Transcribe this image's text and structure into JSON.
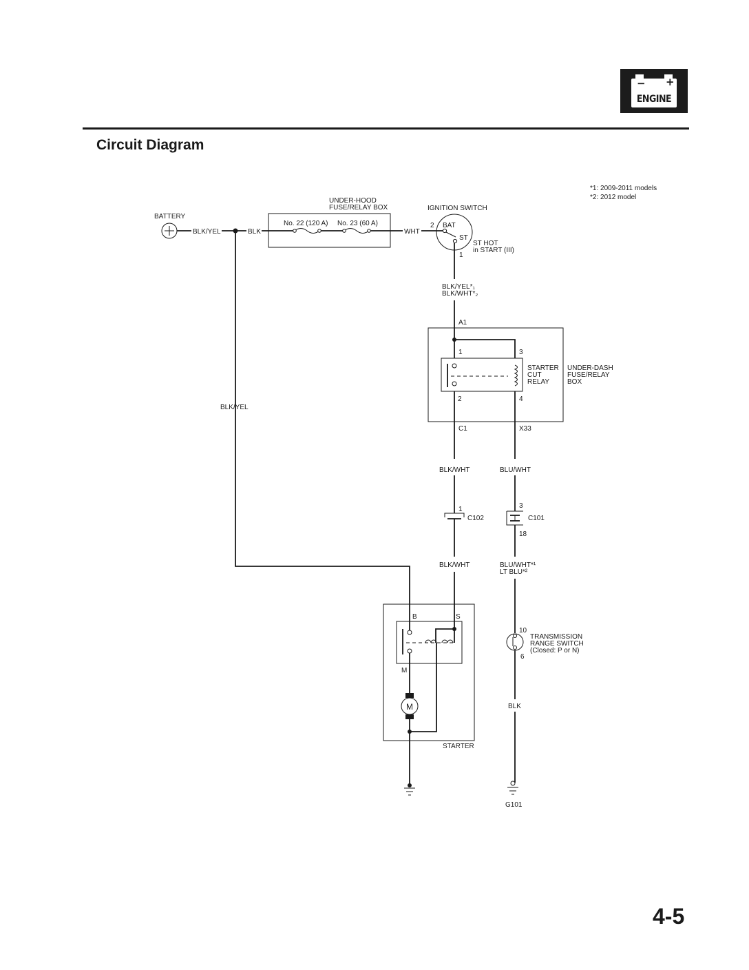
{
  "header": {
    "badge_label": "ENGINE",
    "badge_minus": "−",
    "badge_plus": "+",
    "title": "Circuit Diagram",
    "page_number": "4-5"
  },
  "notes": {
    "note1": "*1: 2009-2011 models",
    "note2": "*2: 2012 model"
  },
  "diagram": {
    "battery": "BATTERY",
    "wire_blk_yel_1": "BLK/YEL",
    "wire_blk_1": "BLK",
    "fuse_box_line1": "UNDER-HOOD",
    "fuse_box_line2": "FUSE/RELAY BOX",
    "fuse_22": "No. 22 (120 A)",
    "fuse_23": "No. 23 (60 A)",
    "wire_wht": "WHT",
    "ignition_switch": "IGNITION SWITCH",
    "ign_pin_2": "2",
    "ign_bat": "BAT",
    "ign_st": "ST",
    "ign_st_hot": "ST HOT",
    "ign_in_start": "in START (III)",
    "ign_pin_1": "1",
    "wire_blk_yel_note": "BLK/YEL*₁",
    "wire_blk_wht_note": "BLK/WHT*₂",
    "conn_a1": "A1",
    "relay_pin_1": "1",
    "relay_pin_3": "3",
    "relay_pin_2": "2",
    "relay_pin_4": "4",
    "relay_l1": "STARTER",
    "relay_l2": "CUT",
    "relay_l3": "RELAY",
    "udash_l1": "UNDER-DASH",
    "udash_l2": "FUSE/RELAY",
    "udash_l3": "BOX",
    "conn_c1": "C1",
    "conn_x33": "X33",
    "wire_blk_yel_2": "BLK/YEL",
    "wire_blk_wht_1": "BLK/WHT",
    "wire_blu_wht_1": "BLU/WHT",
    "c102_pin": "1",
    "c102": "C102",
    "c101_pin_top": "3",
    "c101": "C101",
    "c101_pin_bot": "18",
    "wire_blk_wht_2": "BLK/WHT",
    "wire_blu_wht_note": "BLU/WHT*¹",
    "wire_lt_blu_note": "LT BLU*²",
    "starter_b": "B",
    "starter_s": "S",
    "starter_m": "M",
    "motor_symbol": "M",
    "starter": "STARTER",
    "trs_pin_10": "10",
    "trs_pin_6": "6",
    "trs_l1": "TRANSMISSION",
    "trs_l2": "RANGE SWITCH",
    "trs_l3": "(Closed: P or N)",
    "wire_blk_2": "BLK",
    "ground_g101": "G101"
  }
}
